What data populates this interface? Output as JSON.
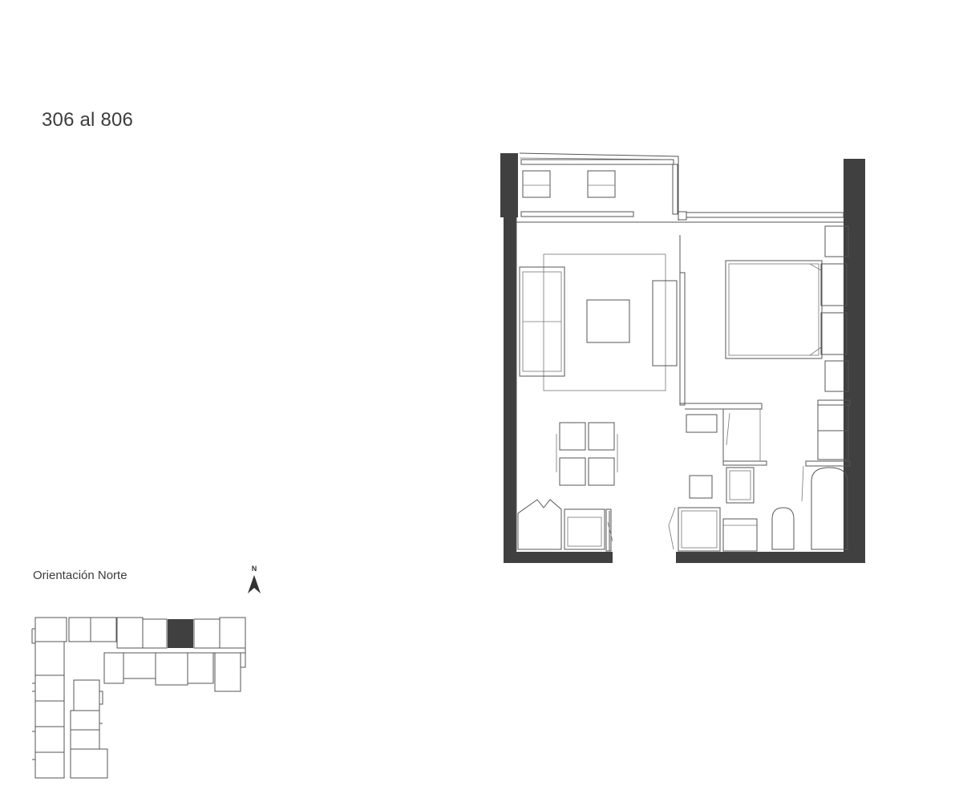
{
  "unit": {
    "title": "306 al 806"
  },
  "orientation": {
    "label": "Orientación Norte",
    "compass_letter": "N"
  },
  "colors": {
    "wall": "#404040",
    "line": "#555555",
    "highlight": "#404040",
    "text": "#3c3c3c"
  },
  "icons": {
    "compass": "north-arrow-icon"
  }
}
